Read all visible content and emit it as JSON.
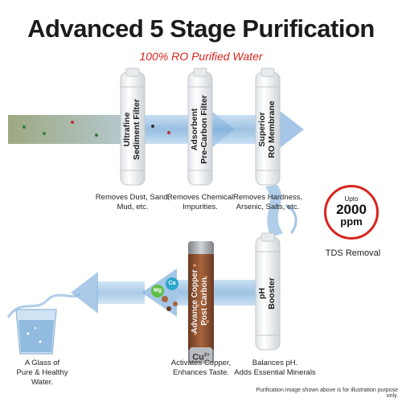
{
  "header": {
    "title": "Advanced 5 Stage Purification",
    "subtitle": "100% RO Purified Water"
  },
  "stages": [
    {
      "filter_label": [
        "Ultrafine",
        "Sediment Filter"
      ],
      "caption": [
        "Removes Dust, Sand,",
        "Mud, etc."
      ]
    },
    {
      "filter_label": [
        "Adsorbent",
        "Pre-Carbon Filter"
      ],
      "caption": [
        "Removes Chemical",
        "Impurities."
      ]
    },
    {
      "filter_label": [
        "Superior",
        "RO Membrane"
      ],
      "caption": [
        "Removes Hardness,",
        "Arsenic, Salts, etc."
      ]
    },
    {
      "filter_label": [
        "pH",
        "Booster"
      ],
      "caption": [
        "Balances pH.",
        "Adds Essential Minerals"
      ]
    },
    {
      "filter_label": [
        "Advance Copper",
        "Post Carbon"
      ],
      "caption": [
        "Activates Copper,",
        "Enhances Taste."
      ],
      "copper_symbol": "Cu",
      "copper_charge": "2+"
    }
  ],
  "glass": {
    "caption": [
      "A Glass of",
      "Pure & Healthy",
      "Water."
    ]
  },
  "tds_badge": {
    "prefix": "Upto",
    "value": "2000",
    "unit": "ppm",
    "label": "TDS Removal"
  },
  "mineral_bubbles": [
    "Mg",
    "Ca"
  ],
  "disclaimer": "Purification image shown above is for illustration purpose only.",
  "colors": {
    "accent_red": "#d9231d",
    "water_blue": "#8fb8e0",
    "copper": "#8a4a2a"
  }
}
